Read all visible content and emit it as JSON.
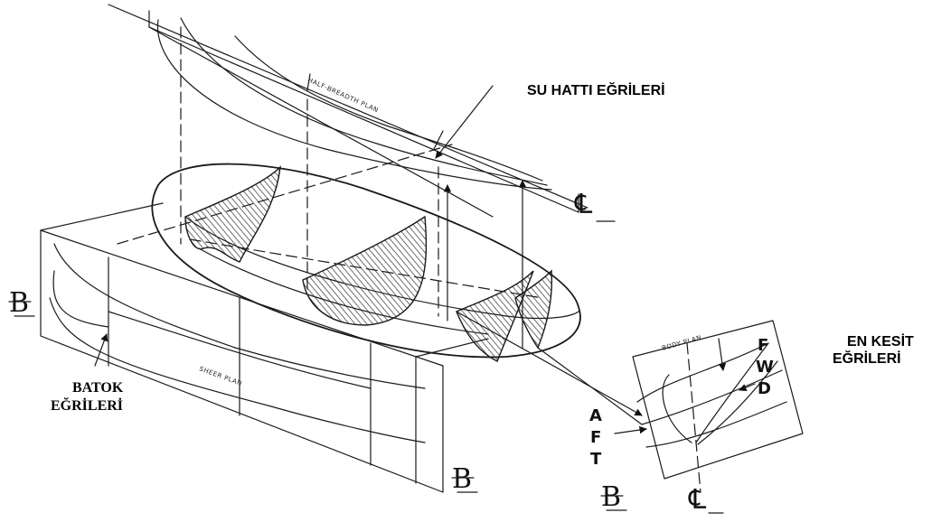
{
  "plans": {
    "half_breadth": "HALF-BREADTH PLAN",
    "sheer": "SHEER PLAN",
    "body": "BODY PLAN"
  },
  "callouts": {
    "waterlines": "SU HATTI EĞRİLERİ",
    "sections_line1": "EN KESİT",
    "sections_line2": "EĞRİLERİ",
    "buttocks_line1": "BATOK",
    "buttocks_line2": "EĞRİLERİ"
  },
  "directions": {
    "fwd": [
      "F",
      "W",
      "D"
    ],
    "aft": [
      "A",
      "F",
      "T"
    ]
  },
  "symbols": {
    "centerline": "℄",
    "baseline": "B"
  }
}
